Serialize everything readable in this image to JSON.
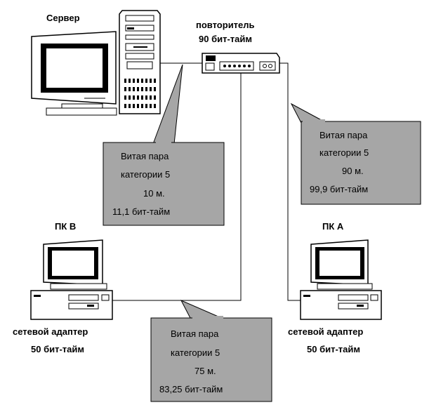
{
  "server": {
    "label": "Сервер"
  },
  "repeater": {
    "label": "повторитель",
    "delay": "90 бит-тайм"
  },
  "pc_b": {
    "label": "ПК В",
    "adapter": "сетевой адаптер",
    "delay": "50 бит-тайм"
  },
  "pc_a": {
    "label": "ПК А",
    "adapter": "сетевой адаптер",
    "delay": "50 бит-тайм"
  },
  "cable_server": {
    "line1": "Витая пара",
    "line2": "категории 5",
    "length": "10 м.",
    "delay": "11,1 бит-тайм"
  },
  "cable_pc_a": {
    "line1": "Витая пара",
    "line2": "категории 5",
    "length": "90 м.",
    "delay": "99,9 бит-тайм"
  },
  "cable_pc_b": {
    "line1": "Витая пара",
    "line2": "категории 5",
    "length": "75 м.",
    "delay": "83,25 бит-тайм"
  },
  "colors": {
    "callout_fill": "#a6a6a6",
    "ink": "#000000",
    "background": "#ffffff"
  }
}
